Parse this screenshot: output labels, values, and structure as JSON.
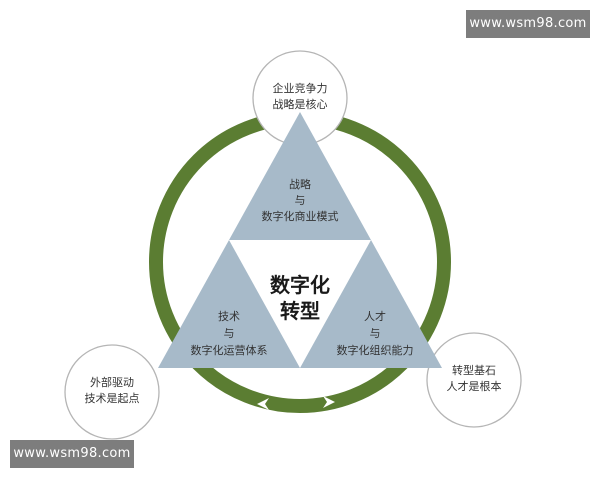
{
  "watermark": {
    "top": "www.wsm98.com",
    "bottom": "www.wsm98.com"
  },
  "center": {
    "line1": "数字化",
    "line2": "转型"
  },
  "triangles": {
    "top": [
      "战略",
      "与",
      "数字化商业模式"
    ],
    "left": [
      "技术",
      "与",
      "数字化运营体系"
    ],
    "right": [
      "人才",
      "与",
      "数字化组织能力"
    ]
  },
  "circles": {
    "top": [
      "企业竞争力",
      "战略是核心"
    ],
    "left": [
      "外部驱动",
      "技术是起点"
    ],
    "right": [
      "转型基石",
      "人才是根本"
    ]
  },
  "colors": {
    "ring": "#5b7d32",
    "triangle": "#a7bac9",
    "center_triangle": "#ffffff",
    "circle_stroke": "#b5b5b5",
    "arrow": "#ffffff"
  }
}
